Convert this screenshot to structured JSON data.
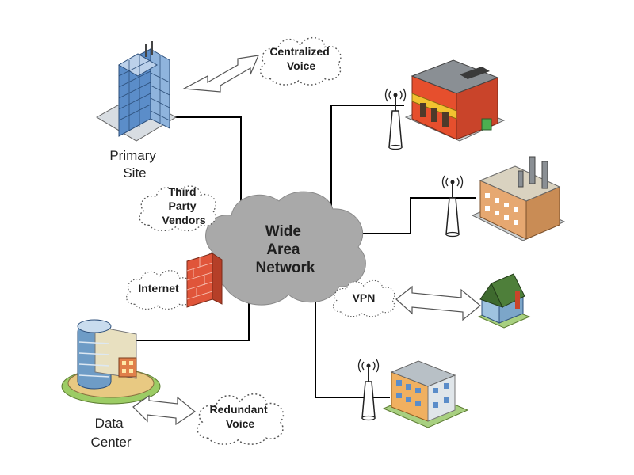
{
  "nodes": {
    "wan": {
      "lines": [
        "Wide",
        "Area",
        "Network"
      ]
    },
    "primary_site": {
      "lines": [
        "Primary",
        "Site"
      ]
    },
    "data_center": {
      "lines": [
        "Data",
        "Center"
      ]
    }
  },
  "clouds": {
    "centralized_voice": [
      "Centralized",
      "Voice"
    ],
    "third_party_vendors": [
      "Third",
      "Party",
      "Vendors"
    ],
    "internet": [
      "Internet"
    ],
    "vpn": [
      "VPN"
    ],
    "redundant_voice": [
      "Redundant",
      "Voice"
    ]
  },
  "icons": [
    "office-tower-icon",
    "data-center-building-icon",
    "retail-store-icon",
    "factory-icon",
    "house-icon",
    "apartment-building-icon",
    "firewall-icon",
    "wireless-antenna-icon",
    "double-arrow-icon"
  ],
  "colors": {
    "wan_cloud": "#a9a9a9",
    "connection": "#000000",
    "firewall": "#e0553a"
  }
}
